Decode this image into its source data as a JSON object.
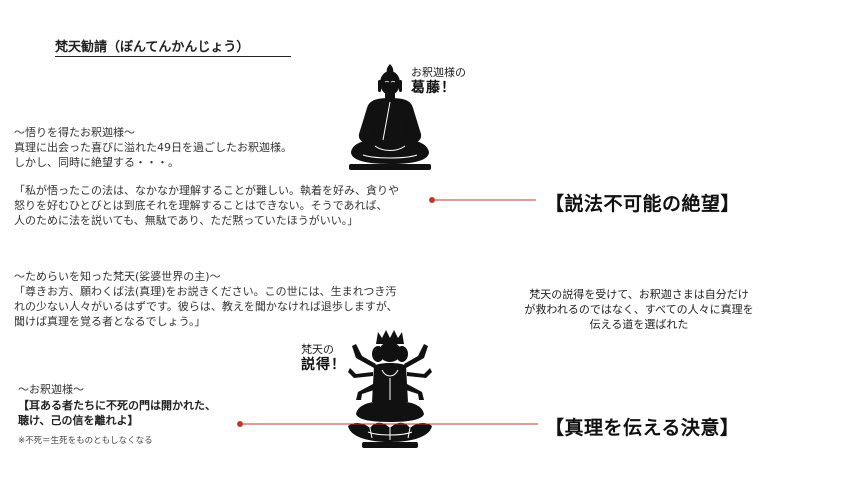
{
  "title": "梵天勧請（ぼんてんかんじょう）",
  "section1": {
    "heading": "～悟りを得たお釈迦様～",
    "line1": "真理に出会った喜びに溢れた49日を過ごしたお釈迦様。",
    "line2": "しかし、同時に絶望する・・・。",
    "quote1": "「私が悟ったこの法は、なかなか理解することが難しい。執着を好み、貪りや",
    "quote2": "怒りを好むひとびとは到底それを理解することはできない。そうであれば、",
    "quote3": "人のために法を説いても、無駄であり、ただ黙っていたほうがいい。」"
  },
  "buddha_label": {
    "line1": "お釈迦様の",
    "line2": "葛藤！"
  },
  "result1": "【説法不可能の絶望】",
  "section2": {
    "heading": "～ためらいを知った梵天(娑婆世界の主)～",
    "quote1": "「尊きお方、願わくば法(真理)をお説きください。この世には、生まれつき汚",
    "quote2": "れの少ない人々がいるはずです。彼らは、教えを聞かなければ退歩しますが、",
    "quote3": "聞けば真理を覚る者となるでしょう。」"
  },
  "summary": {
    "line1": "梵天の説得を受けて、お釈迦さまは自分だけ",
    "line2": "が救われるのではなく、すべての人々に真理を",
    "line3": "伝える道を選ばれた"
  },
  "brahma_label": {
    "line1": "梵天の",
    "line2": "説得！"
  },
  "section3": {
    "heading": "～お釈迦様～",
    "line1": "【耳ある者たちに不死の門は開かれた、",
    "line2": "聴け、己の信を離れよ】",
    "note": "※不死＝生死をものともしなくなる"
  },
  "result2": "【真理を伝える決意】",
  "colors": {
    "accent_line": "#c0392b",
    "dot": "#c0392b",
    "silhouette": "#111111"
  },
  "icons": {
    "buddha": "buddha-silhouette-icon",
    "brahma": "brahma-silhouette-icon"
  }
}
